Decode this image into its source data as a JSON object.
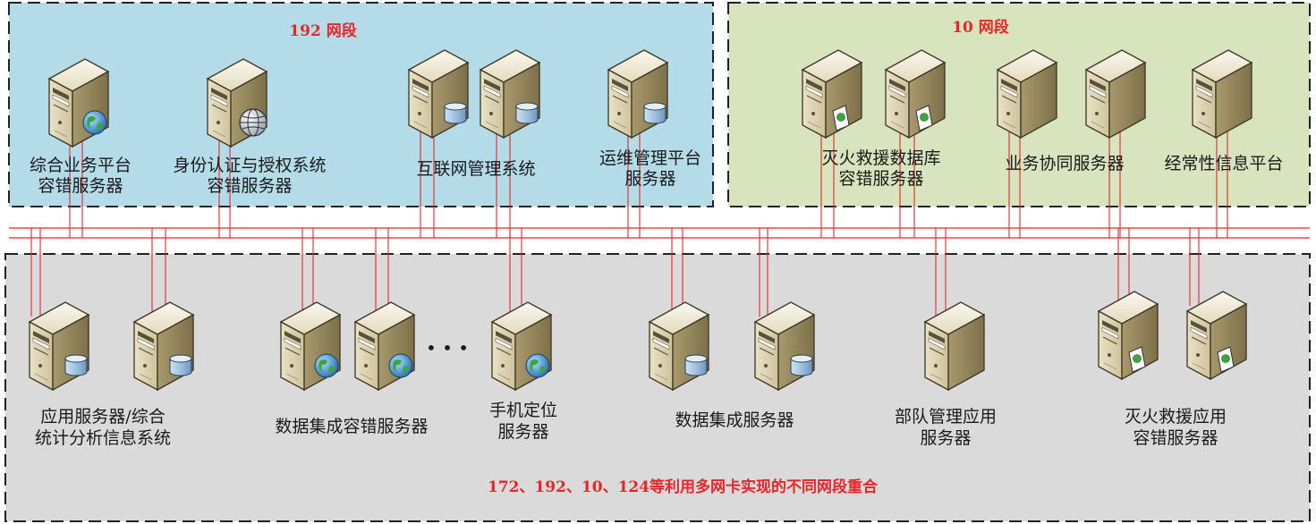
{
  "colors": {
    "zone_192_fill": "#b4dbe8",
    "zone_10_fill": "#d8e4bd",
    "zone_bottom_fill": "#dadada",
    "zone_border": "#222222",
    "network_line": "#e8262a",
    "title_red": "#e8262a",
    "server_body": "#d8cfb0",
    "server_dark": "#8a7d57",
    "server_light": "#f3eedc",
    "db_fill": "#9fc0e0",
    "globe_fill": "#3fa33f"
  },
  "zones": {
    "net192": {
      "title": "192 网段"
    },
    "net10": {
      "title": "10 网段"
    },
    "bottom": {
      "title": "172、192、10、124等利用多网卡实现的不同网段重合"
    }
  },
  "servers": [
    {
      "id": "s1",
      "icon": "globe-icon"
    },
    {
      "id": "s2",
      "icon": "www-globe-icon"
    },
    {
      "id": "s3",
      "icon": "database-icon"
    },
    {
      "id": "s4",
      "icon": "database-icon"
    },
    {
      "id": "s5",
      "icon": "database-icon"
    },
    {
      "id": "s6",
      "icon": "document-icon"
    },
    {
      "id": "s7",
      "icon": "document-icon"
    },
    {
      "id": "s8",
      "icon": "none"
    },
    {
      "id": "s9",
      "icon": "none"
    },
    {
      "id": "s10",
      "icon": "none"
    },
    {
      "id": "s11",
      "icon": "database-icon"
    },
    {
      "id": "s12",
      "icon": "database-icon"
    },
    {
      "id": "s13",
      "icon": "globe-icon"
    },
    {
      "id": "s14",
      "icon": "globe-icon"
    },
    {
      "id": "s15",
      "icon": "globe-icon"
    },
    {
      "id": "s16",
      "icon": "database-icon"
    },
    {
      "id": "s17",
      "icon": "database-icon"
    },
    {
      "id": "s18",
      "icon": "none"
    },
    {
      "id": "s19",
      "icon": "document-icon"
    },
    {
      "id": "s20",
      "icon": "document-icon"
    }
  ],
  "labels": {
    "l1": [
      "综合业务平台",
      "容错服务器"
    ],
    "l2": [
      "身份认证与授权系统",
      "容错服务器"
    ],
    "l3": [
      "互联网管理系统"
    ],
    "l4": [
      "运维管理平台",
      "服务器"
    ],
    "l5": [
      "灭火救援数据库",
      "容错服务器"
    ],
    "l6": [
      "业务协同服务器"
    ],
    "l7": [
      "经常性信息平台"
    ],
    "l8": [
      "应用服务器/综合",
      "统计分析信息系统"
    ],
    "l9": [
      "数据集成容错服务器"
    ],
    "l10": [
      "手机定位",
      "服务器"
    ],
    "l11": [
      "数据集成服务器"
    ],
    "l12": [
      "部队管理应用",
      "服务器"
    ],
    "l13": [
      "灭火救援应用",
      "容错服务器"
    ]
  },
  "ellipsis": "• • •"
}
